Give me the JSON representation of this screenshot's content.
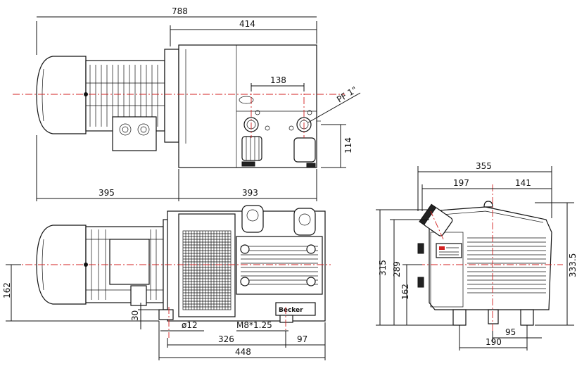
{
  "dimensions": {
    "side_overall_length": "788",
    "side_pump_length": "414",
    "port_spacing": "138",
    "port_thread": "PF 1\"",
    "port_height": "114",
    "motor_offset": "395",
    "pump_body_length": "393",
    "front_width": "355",
    "front_left_span": "197",
    "front_right_span": "141",
    "front_height_315": "315",
    "front_height_289": "289",
    "front_shaft_height": "162",
    "front_overall_height": "333.5",
    "foot_width": "95",
    "foot_spacing_front": "190",
    "plan_shaft_height": "162",
    "foot_thickness": "30",
    "mount_hole_dia": "ø12",
    "thread_spec": "M8*1.25",
    "foot_spacing_plan": "326",
    "foot_offset": "97",
    "plan_overall_length": "448"
  },
  "brand_plate": "Becker"
}
